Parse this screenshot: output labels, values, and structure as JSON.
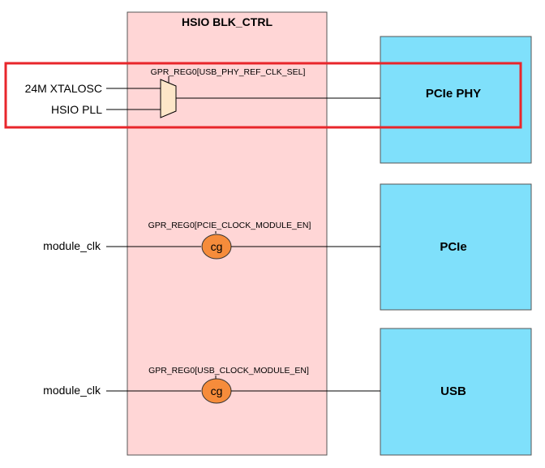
{
  "colors": {
    "blk_ctrl_fill": "#ffd6d6",
    "target_fill": "#7fe0fb",
    "cg_fill": "#f68c3b",
    "mux_fill": "#fde6c8",
    "highlight": "#e8262b"
  },
  "blk_ctrl": {
    "title": "HSIO BLK_CTRL"
  },
  "rows": {
    "phy_ref": {
      "register": "GPR_REG0[USB_PHY_REF_CLK_SEL]",
      "inputs": [
        "24M XTALOSC",
        "HSIO PLL"
      ],
      "selector": "mux",
      "target": "PCIe PHY",
      "highlighted": true
    },
    "pcie": {
      "register": "GPR_REG0[PCIE_CLOCK_MODULE_EN]",
      "input": "module_clk",
      "gate": "cg",
      "target": "PCIe"
    },
    "usb": {
      "register": "GPR_REG0[USB_CLOCK_MODULE_EN]",
      "input": "module_clk",
      "gate": "cg",
      "target": "USB"
    }
  }
}
